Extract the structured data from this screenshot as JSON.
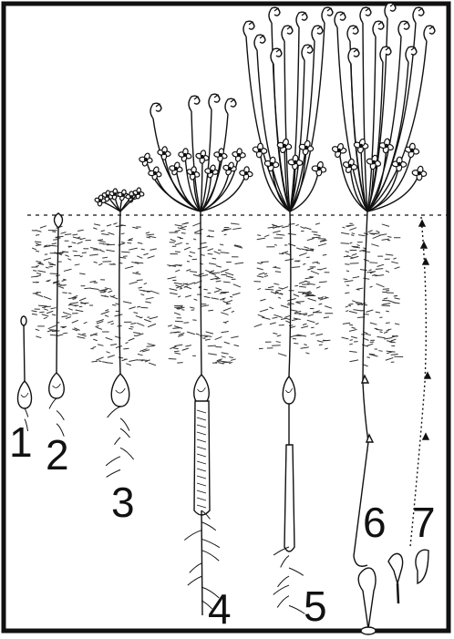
{
  "stage_labels": [
    "1",
    "2",
    "3",
    "4",
    "5",
    "6",
    "7"
  ],
  "colors": {
    "ink": "#111111",
    "paper": "#ffffff"
  }
}
